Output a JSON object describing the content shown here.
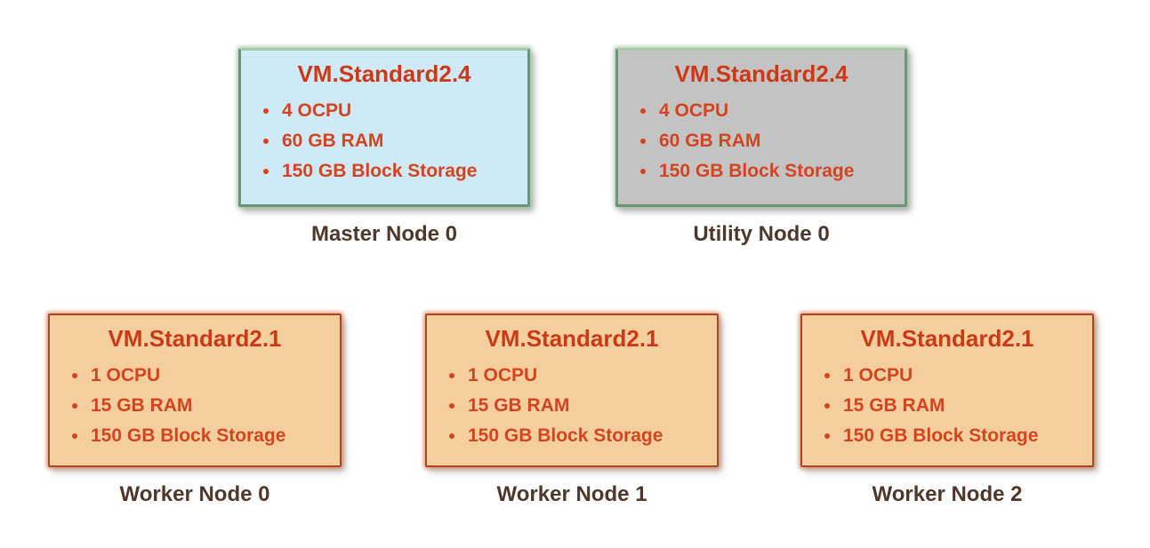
{
  "diagram": {
    "description_colors": {
      "card_text_red": "#cb3918",
      "spec_text_red": "#d54420",
      "label_brown": "#4e382b",
      "master_fill_blue": "#cfe9f7",
      "utility_fill_gray": "#c3c3c3",
      "worker_fill_tan": "#f4cf9d",
      "green_border": "#6e9377",
      "red_border": "#ad4620"
    }
  },
  "nodes": [
    {
      "shape": "VM.Standard2.4",
      "specs": [
        "4 OCPU",
        "60 GB RAM",
        "150 GB Block Storage"
      ],
      "label": "Master Node 0"
    },
    {
      "shape": "VM.Standard2.4",
      "specs": [
        "4 OCPU",
        "60 GB RAM",
        "150 GB Block Storage"
      ],
      "label": "Utility Node 0"
    },
    {
      "shape": "VM.Standard2.1",
      "specs": [
        "1 OCPU",
        "15 GB RAM",
        "150 GB Block Storage"
      ],
      "label": "Worker Node 0"
    },
    {
      "shape": "VM.Standard2.1",
      "specs": [
        "1 OCPU",
        "15 GB RAM",
        "150 GB Block Storage"
      ],
      "label": "Worker Node 1"
    },
    {
      "shape": "VM.Standard2.1",
      "specs": [
        "1 OCPU",
        "15 GB RAM",
        "150 GB Block Storage"
      ],
      "label": "Worker Node 2"
    }
  ]
}
